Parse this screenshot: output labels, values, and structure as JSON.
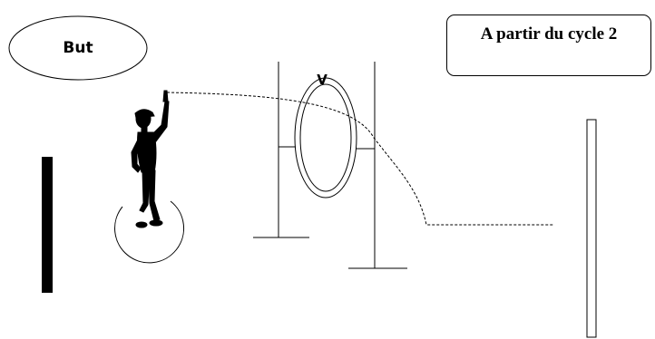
{
  "goal": {
    "label": "But"
  },
  "level_badge": {
    "text": "A partir du cycle 2"
  },
  "hoop_marker": {
    "text": "V"
  },
  "icons": [
    "thrower-figure-icon",
    "hoop-icon",
    "target-wall-icon",
    "start-marker-icon"
  ],
  "colors": {
    "ink": "#000000",
    "background": "#ffffff"
  }
}
